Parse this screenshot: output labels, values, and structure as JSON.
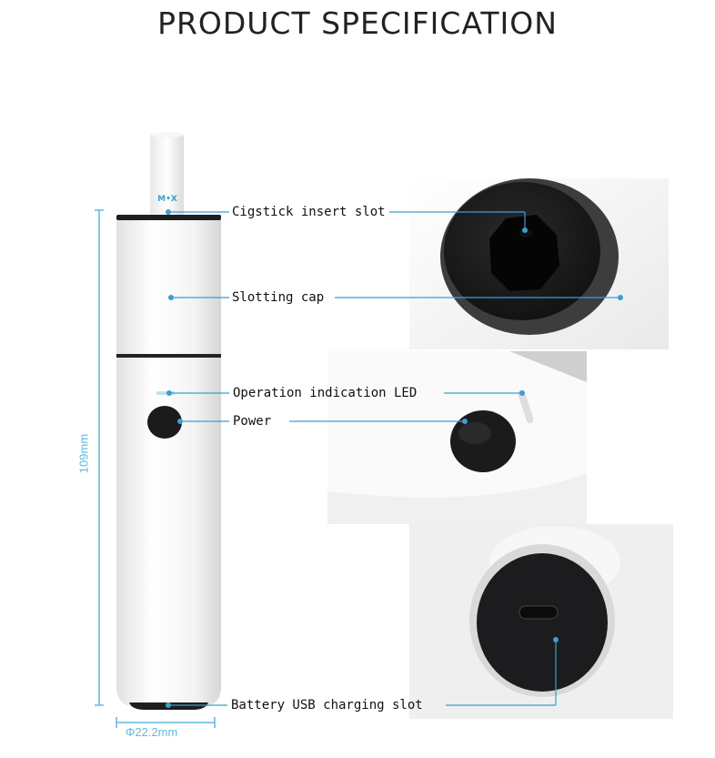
{
  "title": "PRODUCT SPECIFICATION",
  "device": {
    "brand_mark": "M•X",
    "height_label": "109mm",
    "diameter_label": "Φ22.2mm"
  },
  "callouts": {
    "insert_slot": "Cigstick insert slot",
    "slotting_cap": "Slotting cap",
    "led": "Operation indication LED",
    "power": "Power",
    "usb": "Battery USB charging slot"
  },
  "colors": {
    "accent": "#3a9fd0",
    "dimension": "#5fb8de",
    "body": "#f4f4f4",
    "black_part": "#1c1c1e"
  }
}
